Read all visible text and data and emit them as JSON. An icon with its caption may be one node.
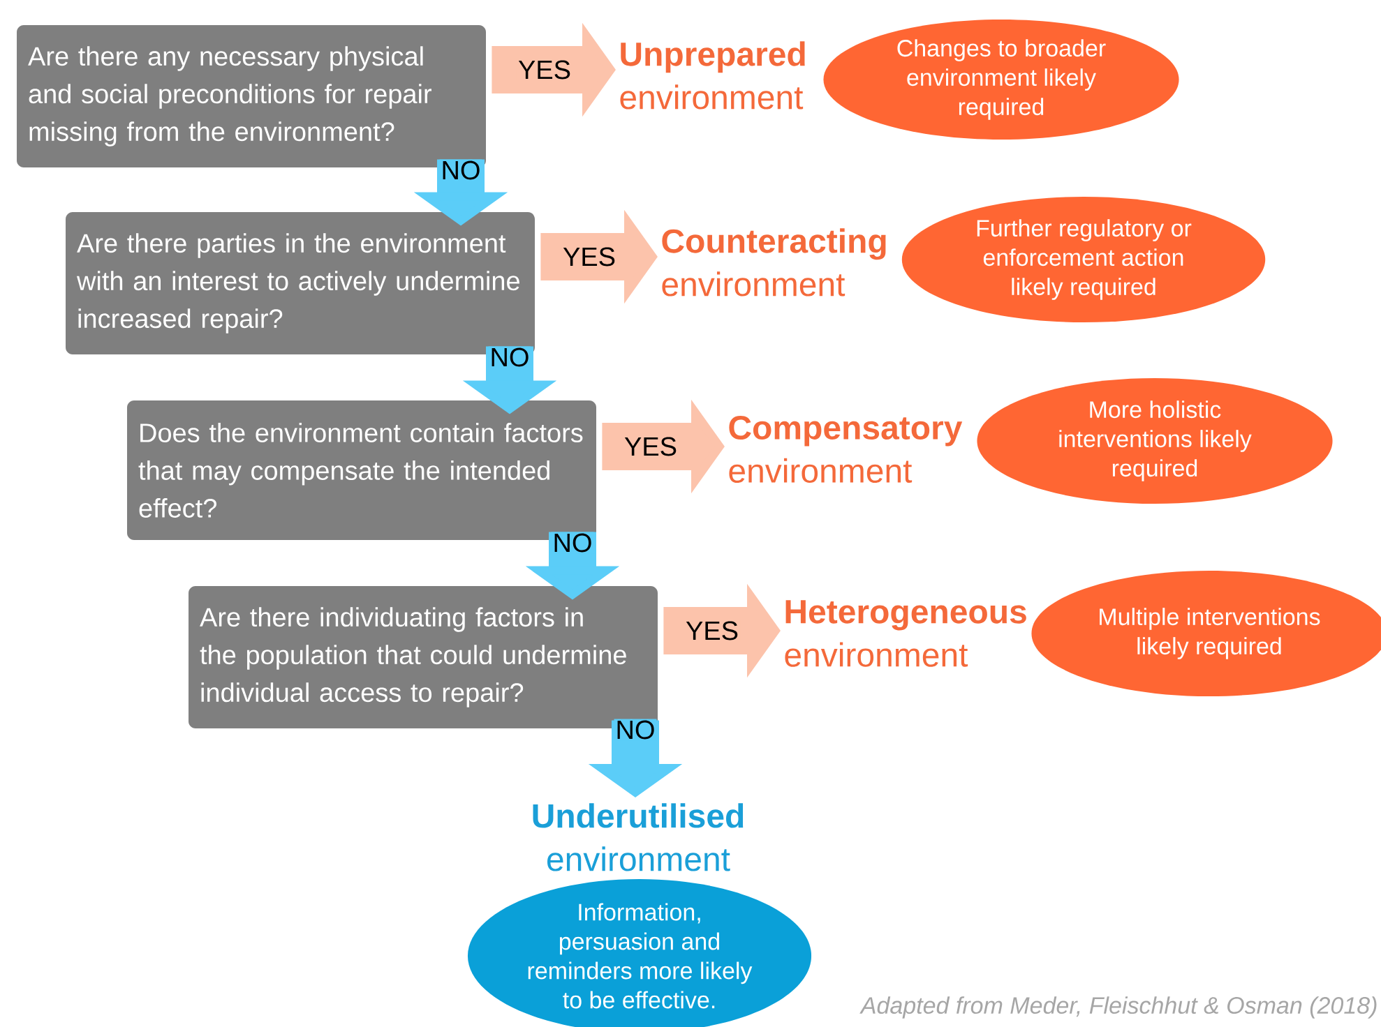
{
  "diagram": {
    "caption": "Adapted from Meder, Fleischhut & Osman (2018)",
    "nodes": [
      {
        "text": [
          "Are there any necessary physical and social preconditions for repair missing from the environment?"
        ]
      },
      {
        "text": [
          "Unprepared",
          "environment"
        ]
      },
      {
        "text": [
          "Changes to broader environment likely required"
        ]
      },
      {
        "text": [
          "Are there parties in the environment with an interest to actively undermine increased repair?"
        ]
      },
      {
        "text": [
          "Counteracting",
          "environment"
        ]
      },
      {
        "text": [
          "Further regulatory or enforcement action likely required"
        ]
      },
      {
        "text": [
          "Does the environment contain factors that may compensate the intended effect?"
        ]
      },
      {
        "text": [
          "Compensatory",
          "environment"
        ]
      },
      {
        "text": [
          "More holistic interventions likely required"
        ]
      },
      {
        "text": [
          "Are there individuating factors in the population that could undermine individual access to repair?"
        ]
      },
      {
        "text": [
          "Heterogeneous",
          "environment"
        ]
      },
      {
        "text": [
          "Multiple interventions likely required"
        ]
      },
      {
        "text": [
          "Underutilised",
          "environment"
        ]
      },
      {
        "text": [
          "Information, persuasion and reminders more likely to be effective."
        ]
      }
    ],
    "edges": [
      {
        "from": 0,
        "to": 1,
        "arrow": "to",
        "label": "YES",
        "color": "#fcc3ab"
      },
      {
        "from": 0,
        "to": 3,
        "arrow": "to",
        "label": "NO",
        "color": "#5bcdf8"
      },
      {
        "from": 3,
        "to": 4,
        "arrow": "to",
        "label": "YES",
        "color": "#fcc3ab"
      },
      {
        "from": 3,
        "to": 6,
        "arrow": "to",
        "label": "NO",
        "color": "#5bcdf8"
      },
      {
        "from": 6,
        "to": 7,
        "arrow": "to",
        "label": "YES",
        "color": "#fcc3ab"
      },
      {
        "from": 6,
        "to": 9,
        "arrow": "to",
        "label": "NO",
        "color": "#5bcdf8"
      },
      {
        "from": 9,
        "to": 10,
        "arrow": "to",
        "label": "YES",
        "color": "#fcc3ab"
      },
      {
        "from": 9,
        "to": 12,
        "arrow": "to",
        "label": "NO",
        "color": "#5bcdf8"
      }
    ]
  }
}
